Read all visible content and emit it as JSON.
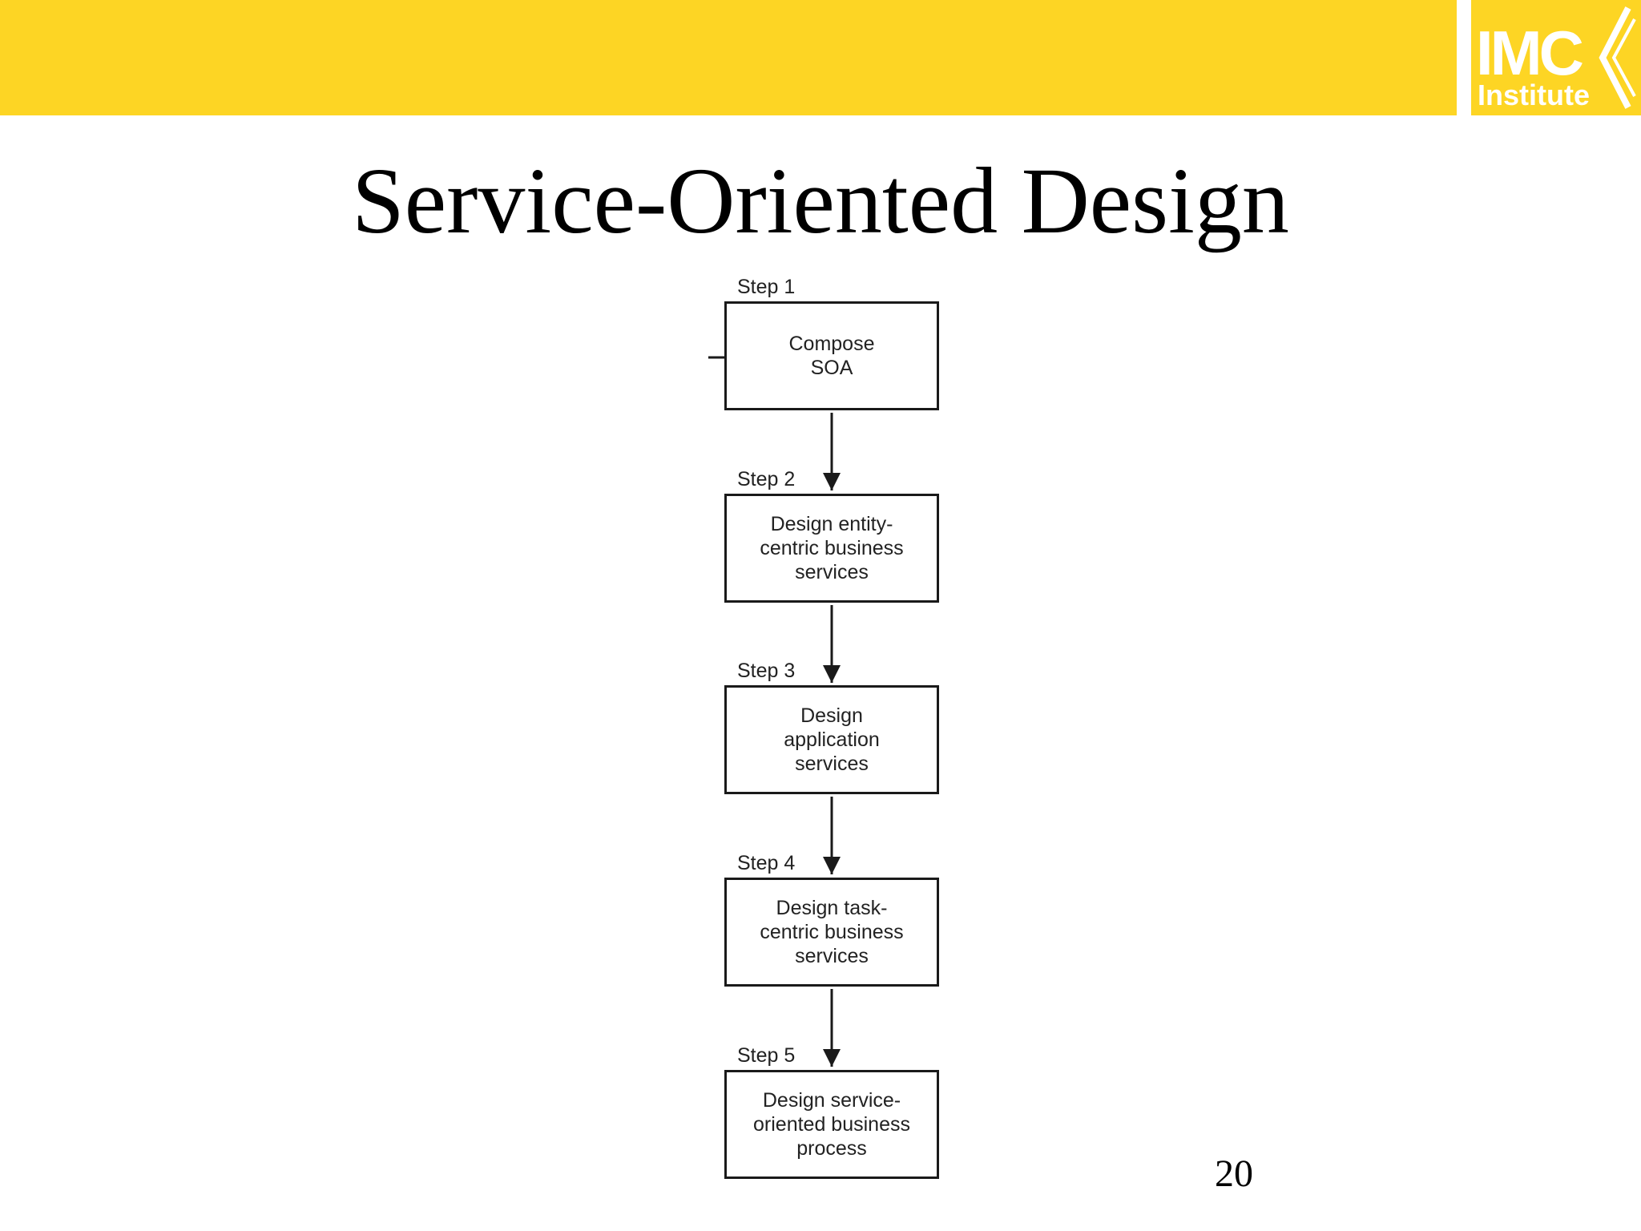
{
  "header": {
    "bar_color": "#fdd524",
    "logo": {
      "main": "IMC",
      "sub": "Institute"
    }
  },
  "title": "Service-Oriented Design",
  "steps": [
    {
      "label": "Step 1",
      "text": "Compose\nSOA"
    },
    {
      "label": "Step 2",
      "text": "Design entity-\ncentric business\nservices"
    },
    {
      "label": "Step 3",
      "text": "Design\napplication\nservices"
    },
    {
      "label": "Step 4",
      "text": "Design task-\ncentric business\nservices"
    },
    {
      "label": "Step 5",
      "text": "Design service-\noriented business\nprocess"
    }
  ],
  "page_number": "20"
}
